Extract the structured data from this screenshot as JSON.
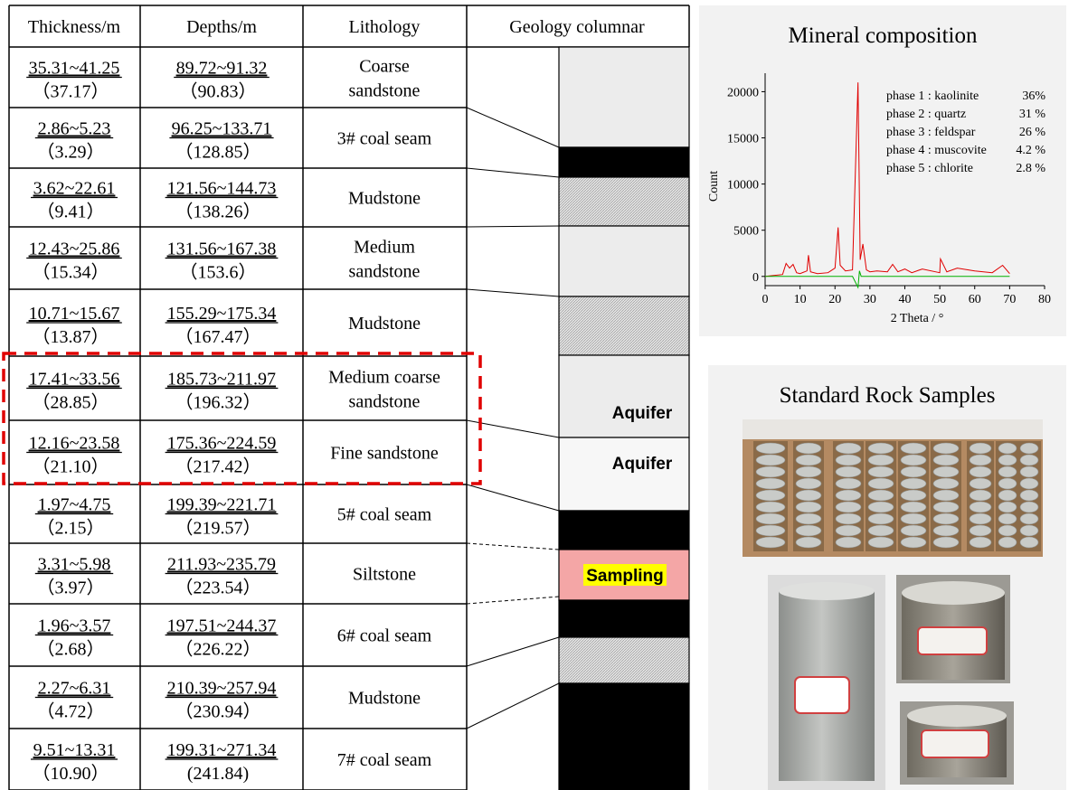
{
  "table": {
    "headers": [
      "Thickness/m",
      "Depths/m",
      "Lithology",
      "Geology columnar"
    ],
    "rows": [
      {
        "thickness_range": "35.31~41.25",
        "thickness_avg": "（37.17）",
        "depth_range": "89.72~91.32",
        "depth_avg": "（90.83）",
        "lithology": [
          "Coarse",
          "sandstone"
        ]
      },
      {
        "thickness_range": "2.86~5.23",
        "thickness_avg": "（3.29）",
        "depth_range": "96.25~133.71",
        "depth_avg": "（128.85）",
        "lithology": [
          "3# coal seam"
        ]
      },
      {
        "thickness_range": "3.62~22.61",
        "thickness_avg": "（9.41）",
        "depth_range": "121.56~144.73",
        "depth_avg": "（138.26）",
        "lithology": [
          "Mudstone"
        ]
      },
      {
        "thickness_range": "12.43~25.86",
        "thickness_avg": "（15.34）",
        "depth_range": "131.56~167.38",
        "depth_avg": "（153.6）",
        "lithology": [
          "Medium",
          "sandstone"
        ]
      },
      {
        "thickness_range": "10.71~15.67",
        "thickness_avg": "（13.87）",
        "depth_range": "155.29~175.34",
        "depth_avg": "（167.47）",
        "lithology": [
          "Mudstone"
        ]
      },
      {
        "thickness_range": "17.41~33.56",
        "thickness_avg": "（28.85）",
        "depth_range": "185.73~211.97",
        "depth_avg": "（196.32）",
        "lithology": [
          "Medium coarse",
          "sandstone"
        ]
      },
      {
        "thickness_range": "12.16~23.58",
        "thickness_avg": "（21.10）",
        "depth_range": "175.36~224.59",
        "depth_avg": "（217.42）",
        "lithology": [
          "Fine sandstone"
        ]
      },
      {
        "thickness_range": "1.97~4.75",
        "thickness_avg": "（2.15）",
        "depth_range": "199.39~221.71",
        "depth_avg": "（219.57）",
        "lithology": [
          "5# coal seam"
        ]
      },
      {
        "thickness_range": "3.31~5.98",
        "thickness_avg": "（3.97）",
        "depth_range": "211.93~235.79",
        "depth_avg": "（223.54）",
        "lithology": [
          "Siltstone"
        ]
      },
      {
        "thickness_range": "1.96~3.57",
        "thickness_avg": "（2.68）",
        "depth_range": "197.51~244.37",
        "depth_avg": "（226.22）",
        "lithology": [
          "6# coal seam"
        ]
      },
      {
        "thickness_range": "2.27~6.31",
        "thickness_avg": "（4.72）",
        "depth_range": "210.39~257.94",
        "depth_avg": "（230.94）",
        "lithology": [
          "Mudstone"
        ]
      },
      {
        "thickness_range": "9.51~13.31",
        "thickness_avg": "（10.90）",
        "depth_range": "199.31~271.34",
        "depth_avg": "(241.84)",
        "lithology": [
          "7# coal seam"
        ]
      }
    ]
  },
  "column": {
    "aquifer_label": "Aquifer",
    "sampling_label": "Sampling",
    "colors": {
      "coal": "#000000",
      "sandstone": "#ececec",
      "fine_sandstone": "#f7f7f7",
      "sampling": "#f4a6a6",
      "sampling_highlight": "#ffff00",
      "highlight_box": "#e00000"
    }
  },
  "mineral": {
    "title": "Mineral composition",
    "xlabel": "2 Theta / °",
    "ylabel": "Count",
    "phases": [
      {
        "label": "phase 1 : kaolinite",
        "value": "36%"
      },
      {
        "label": "phase 2 : quartz",
        "value": "31 %"
      },
      {
        "label": "phase 3 : feldspar",
        "value": "26 %"
      },
      {
        "label": "phase 4 : muscovite",
        "value": "4.2 %"
      },
      {
        "label": "phase 5 : chlorite",
        "value": "2.8 %"
      }
    ],
    "xticks": [
      "0",
      "10",
      "20",
      "30",
      "40",
      "50",
      "60",
      "70",
      "80"
    ],
    "yticks": [
      "0",
      "5000",
      "10000",
      "15000",
      "20000"
    ]
  },
  "chart_data": {
    "type": "line",
    "xlabel": "2 Theta / °",
    "ylabel": "Count",
    "xlim": [
      0,
      80
    ],
    "ylim": [
      -1000,
      22000
    ],
    "series": [
      {
        "color": "#e00000",
        "x": [
          0,
          5,
          6,
          7,
          8,
          9,
          10,
          12,
          12.4,
          13,
          15,
          18,
          20,
          20.9,
          21.5,
          23,
          25,
          26.6,
          27.2,
          28,
          29,
          30,
          32,
          35,
          36.5,
          38,
          40,
          42,
          45,
          50,
          50.2,
          52,
          55,
          60,
          65,
          68,
          70
        ],
        "y": [
          0,
          200,
          1400,
          900,
          1300,
          400,
          300,
          600,
          2300,
          500,
          300,
          400,
          900,
          5300,
          1200,
          600,
          700,
          21000,
          1800,
          3500,
          700,
          500,
          600,
          500,
          1300,
          500,
          800,
          400,
          800,
          400,
          1900,
          500,
          900,
          600,
          400,
          1200,
          300
        ]
      },
      {
        "color": "#00b000",
        "x": [
          0,
          10,
          20,
          25,
          26.6,
          27,
          27.5,
          30,
          40,
          50,
          60,
          70
        ],
        "y": [
          0,
          0,
          0,
          0,
          -1200,
          600,
          0,
          0,
          0,
          0,
          0,
          0
        ]
      }
    ]
  },
  "samples": {
    "title": "Standard Rock Samples"
  }
}
